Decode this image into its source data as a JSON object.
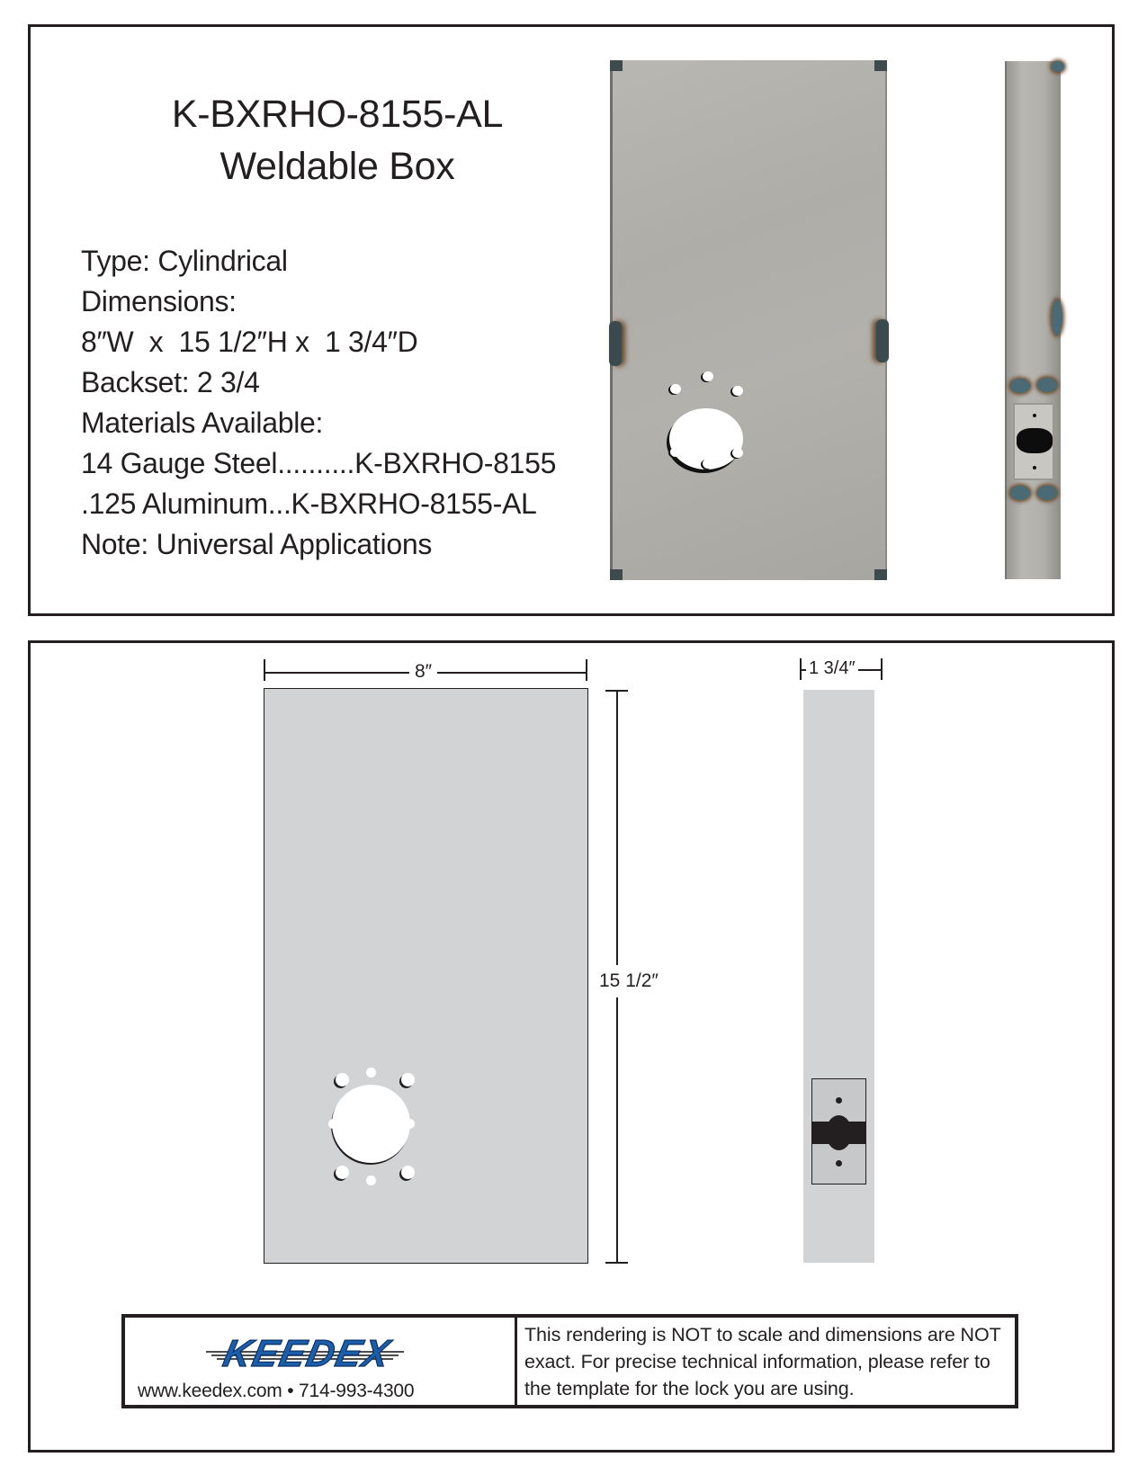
{
  "header": {
    "part_number": "K-BXRHO-8155-AL",
    "product_name": "Weldable Box"
  },
  "specs": {
    "type": "Type: Cylindrical",
    "dimensions_label": "Dimensions:",
    "dimensions_value": "8″W  x  15 1/2″H x  1 3/4″D",
    "backset": "Backset: 2 3/4",
    "materials_label": "Materials Available:",
    "material_steel": "14 Gauge Steel..........K-BXRHO-8155",
    "material_aluminum": ".125 Aluminum...K-BXRHO-8155-AL",
    "note": "Note: Universal Applications"
  },
  "photos": {
    "front_alt": "weldable-box-front-photo",
    "side_alt": "weldable-box-side-photo"
  },
  "drawing": {
    "width_label": "8″",
    "height_label": "15 1/2″",
    "depth_label": "1 3/4″",
    "plate_color": "#d1d3d4"
  },
  "footer": {
    "logo_text": "KEEDEX",
    "logo_color": "#1b5faa",
    "contact": "www.keedex.com • 714-993-4300",
    "disclaimer": "This rendering is NOT to scale and dimensions are NOT exact. For precise technical information, please refer to the template for the lock you are using."
  }
}
